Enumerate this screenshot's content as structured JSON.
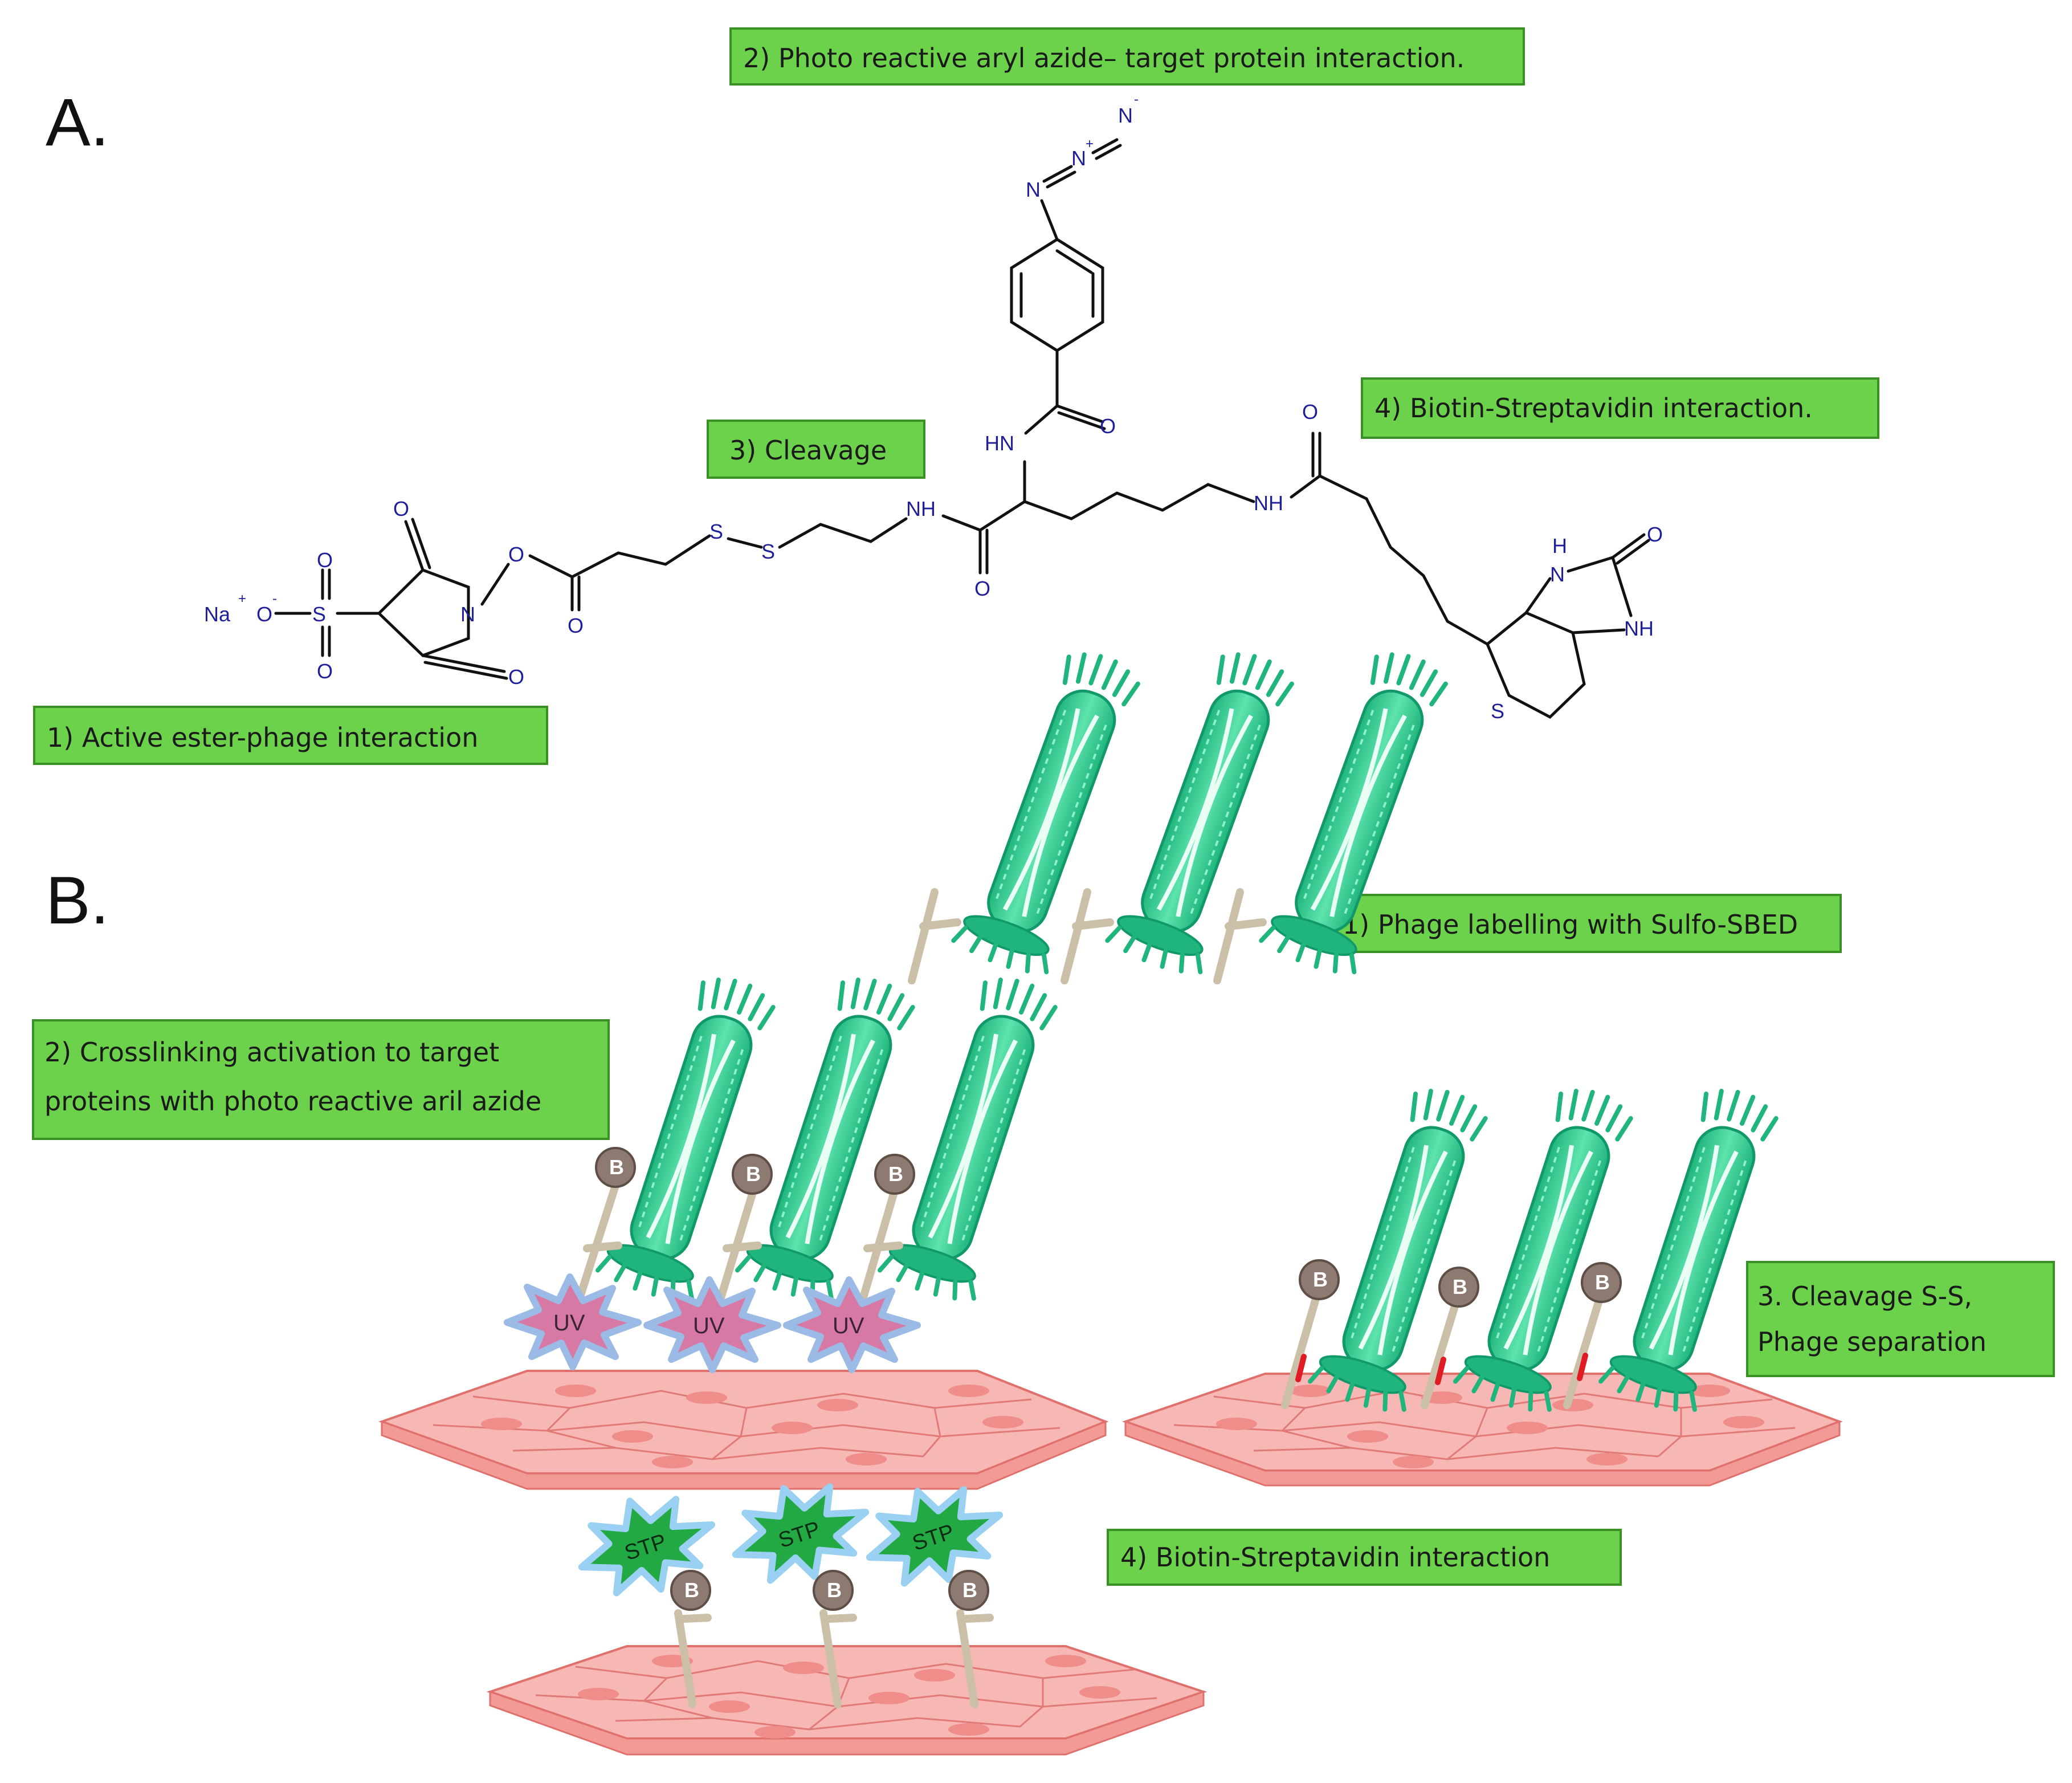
{
  "panels": {
    "a_label": "A.",
    "b_label": "B."
  },
  "panel_a": {
    "boxes": {
      "azide": "2) Photo reactive aryl azide– target protein interaction.",
      "cleavage": "3) Cleavage",
      "biotin": "4) Biotin-Streptavidin interaction.",
      "active_ester": "1) Active ester-phage interaction"
    },
    "atoms": {
      "na": "Na",
      "plus": "+",
      "minus": "-",
      "o": "O",
      "s": "S",
      "n": "N",
      "nh": "NH",
      "hn": "HN",
      "h": "H"
    }
  },
  "panel_b": {
    "boxes": {
      "labelling": "1) Phage labelling with Sulfo-SBED",
      "crosslink_line1": "2) Crosslinking activation to target",
      "crosslink_line2": "proteins with photo reactive aril azide",
      "cleave_line1": "3. Cleavage S-S,",
      "cleave_line2": "Phage separation",
      "streptavidin": "4) Biotin-Streptavidin interaction"
    },
    "markers": {
      "biotin": "B",
      "uv": "UV",
      "streptavidin": "STP"
    }
  },
  "colors": {
    "label_box": "#6dd24b",
    "phage": "#3ccf95",
    "tissue": "#f7b7b4",
    "biotin_bead": "#8d7a70",
    "uv_burst": "#d67aa5",
    "streptavidin_burst": "#22a944",
    "cleavage_mark": "#e01b24"
  }
}
